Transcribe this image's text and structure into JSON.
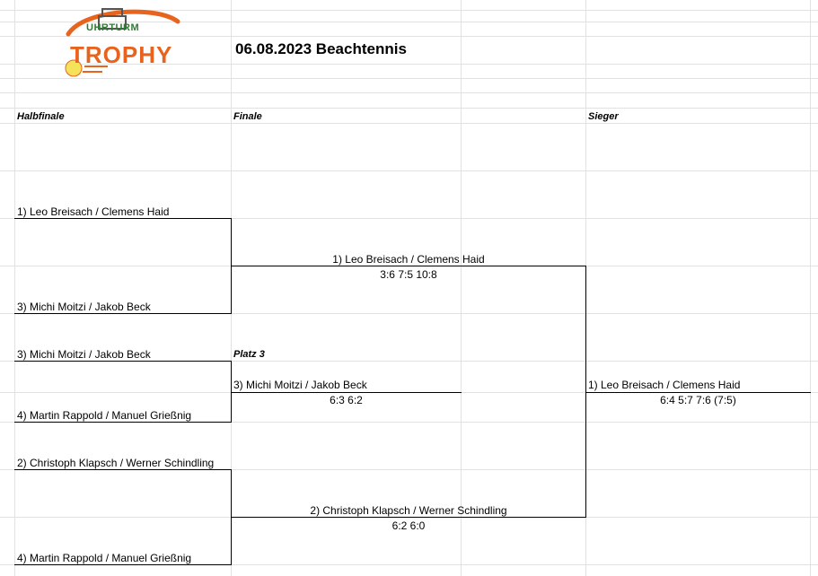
{
  "logo": {
    "top_text": "UHRTURM",
    "main_text": "TROPHY",
    "colors": {
      "orange": "#E8641E",
      "green": "#2E7D32",
      "yellow": "#F5E25A"
    }
  },
  "title": "06.08.2023 Beachtennis",
  "headers": {
    "semifinal": "Halbfinale",
    "final": "Finale",
    "winner": "Sieger",
    "third_place": "Platz 3"
  },
  "semifinal_1": {
    "team_a": "1) Leo Breisach / Clemens Haid",
    "team_b": "3) Michi Moitzi  / Jakob Beck"
  },
  "semifinal_2": {
    "team_a": "3) Michi Moitzi  / Jakob Beck",
    "team_b": "4) Martin Rappold / Manuel Grießnig"
  },
  "semifinal_3": {
    "team_a": "2) Christoph Klapsch / Werner Schindling",
    "team_b": "4) Martin Rappold / Manuel Grießnig"
  },
  "final_1": {
    "team": "1) Leo Breisach / Clemens Haid",
    "score": "3:6 7:5 10:8"
  },
  "third": {
    "team": "3) Michi Moitzi  / Jakob Beck",
    "score": "6:3 6:2"
  },
  "final_2": {
    "team": "2) Christoph Klapsch / Werner Schindling",
    "score": "6:2 6:0"
  },
  "winner": {
    "team": "1) Leo Breisach / Clemens Haid",
    "score": "6:4 5:7 7:6 (7:5)"
  }
}
